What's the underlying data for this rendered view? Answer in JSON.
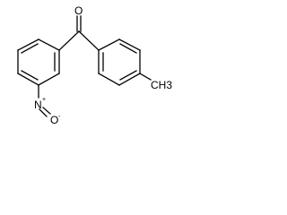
{
  "molecule": {
    "atoms": {
      "carbonyl_oxygen": "O",
      "nitro_nitrogen": "N",
      "nitro_nitrogen_charge": "+",
      "nitro_oxygen": "O",
      "nitro_oxygen_charge": "-",
      "methyl": "CH3"
    },
    "colors": {
      "bond": "#000000",
      "text": "#000000",
      "background": "#ffffff"
    }
  }
}
